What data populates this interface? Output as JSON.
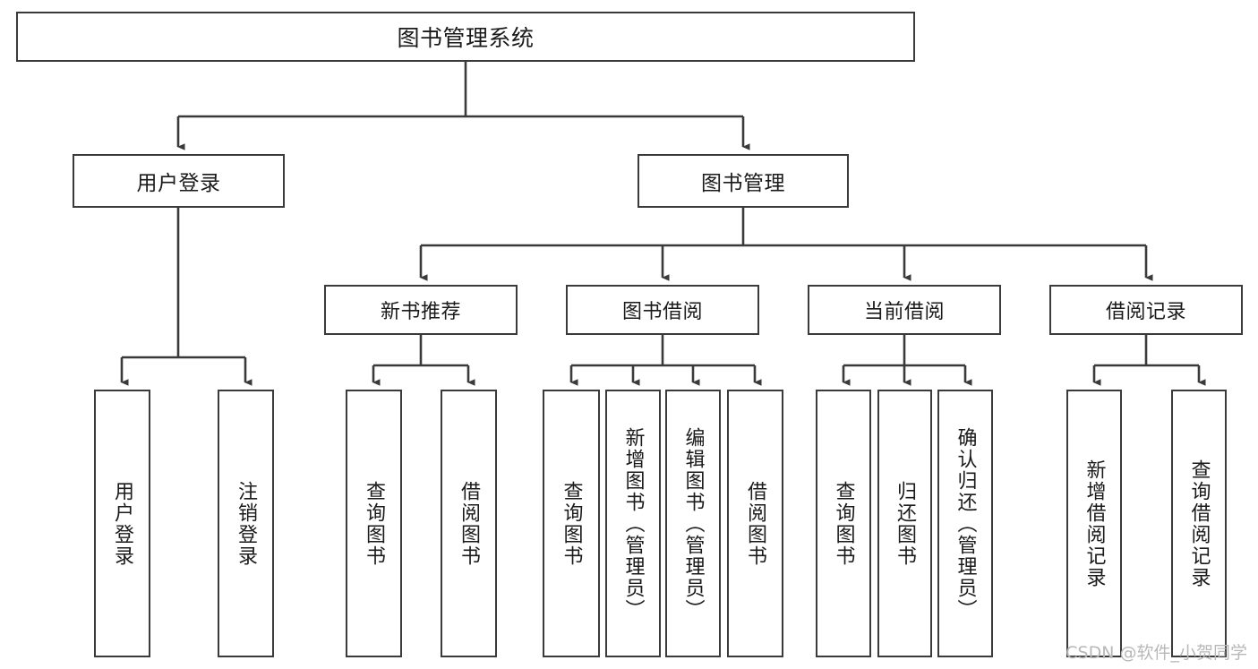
{
  "diagram": {
    "title": "图书管理系统",
    "root": {
      "id": "root",
      "label": "图书管理系统"
    },
    "level2": [
      {
        "id": "user-login",
        "label": "用户登录"
      },
      {
        "id": "book-manage",
        "label": "图书管理"
      }
    ],
    "level3": [
      {
        "id": "new-book-recommend",
        "label": "新书推荐"
      },
      {
        "id": "book-borrow",
        "label": "图书借阅"
      },
      {
        "id": "current-borrow",
        "label": "当前借阅"
      },
      {
        "id": "borrow-record",
        "label": "借阅记录"
      }
    ],
    "leaves": [
      {
        "id": "leaf-user-login",
        "label": "用户登录",
        "parent": "user-login"
      },
      {
        "id": "leaf-user-logout",
        "label": "注销登录",
        "parent": "user-login"
      },
      {
        "id": "leaf-query-book-1",
        "label": "查询图书",
        "parent": "new-book-recommend"
      },
      {
        "id": "leaf-borrow-book-1",
        "label": "借阅图书",
        "parent": "new-book-recommend"
      },
      {
        "id": "leaf-query-book-2",
        "label": "查询图书",
        "parent": "book-borrow"
      },
      {
        "id": "leaf-add-book",
        "label": "新增图书（管理员）",
        "parent": "book-borrow"
      },
      {
        "id": "leaf-edit-book",
        "label": "编辑图书（管理员）",
        "parent": "book-borrow"
      },
      {
        "id": "leaf-borrow-book-2",
        "label": "借阅图书",
        "parent": "book-borrow"
      },
      {
        "id": "leaf-query-book-3",
        "label": "查询图书",
        "parent": "current-borrow"
      },
      {
        "id": "leaf-return-book",
        "label": "归还图书",
        "parent": "current-borrow"
      },
      {
        "id": "leaf-confirm-return",
        "label": "确认归还（管理员）",
        "parent": "current-borrow"
      },
      {
        "id": "leaf-add-record",
        "label": "新增借阅记录",
        "parent": "borrow-record"
      },
      {
        "id": "leaf-query-record",
        "label": "查询借阅记录",
        "parent": "borrow-record"
      }
    ]
  },
  "watermark": {
    "text": "CSDN @软件_小贺同学"
  },
  "colors": {
    "stroke": "#3a3a3a",
    "background": "#ffffff",
    "text": "#1a1a1a",
    "watermark": "#b8b8b8"
  }
}
